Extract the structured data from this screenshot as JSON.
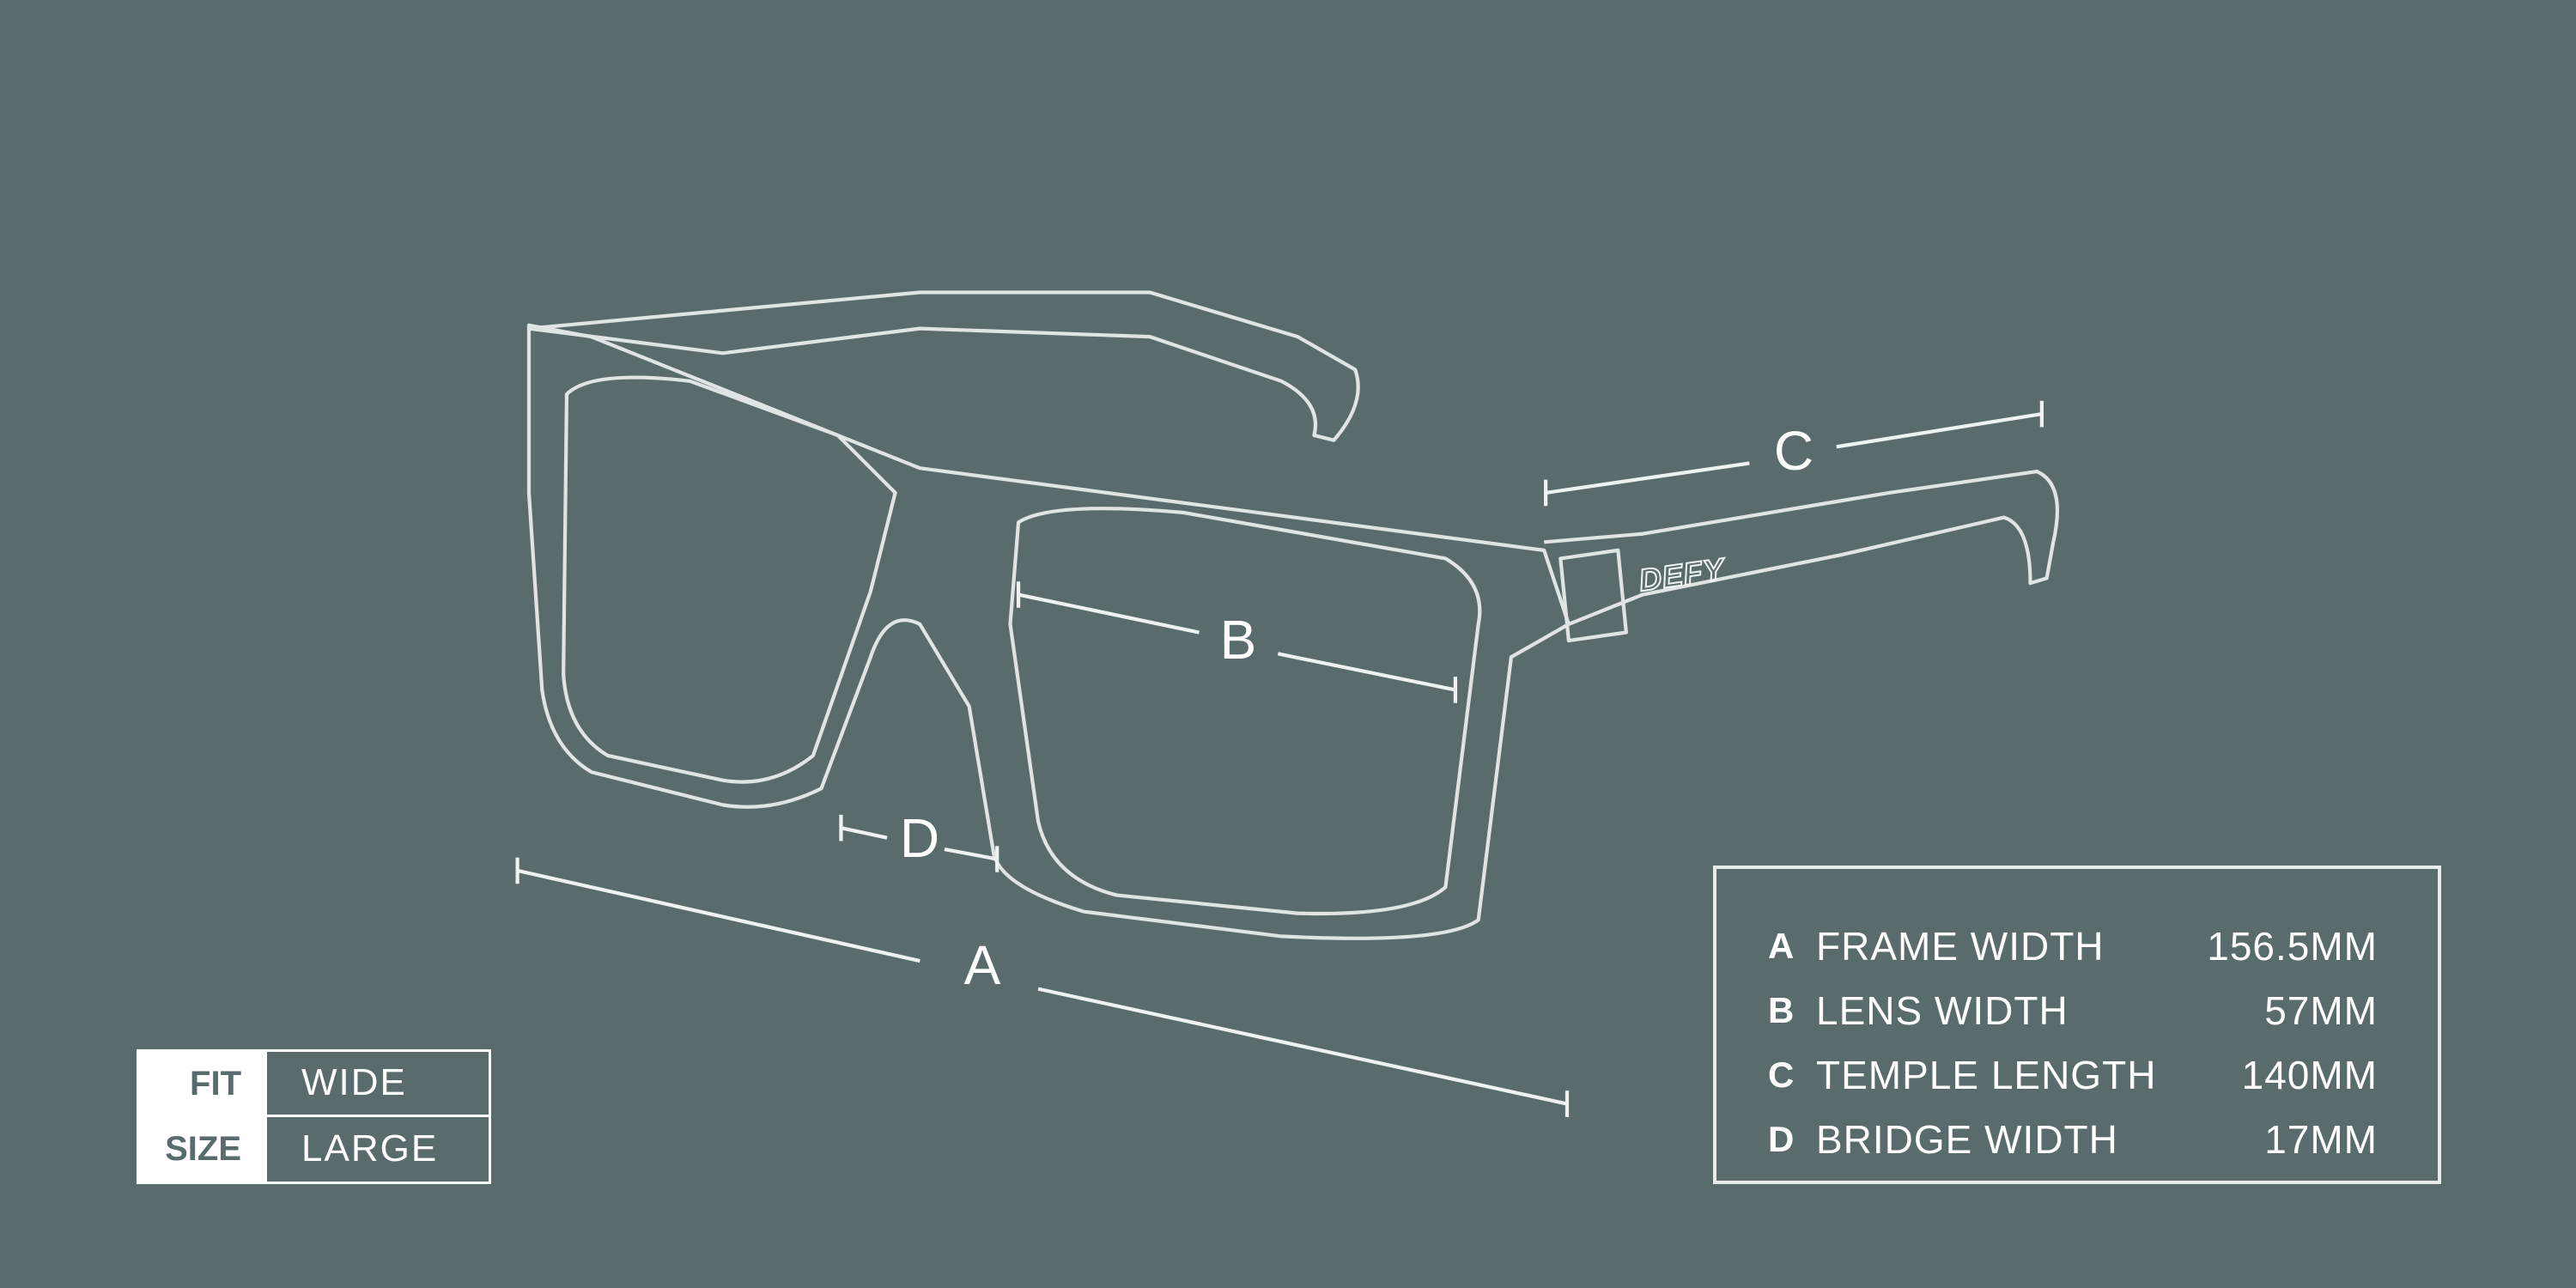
{
  "dimension_labels": {
    "a": "A",
    "b": "B",
    "c": "C",
    "d": "D"
  },
  "specs": [
    {
      "key": "A",
      "name": "FRAME WIDTH",
      "value": "156.5MM"
    },
    {
      "key": "B",
      "name": "LENS WIDTH",
      "value": "57MM"
    },
    {
      "key": "C",
      "name": "TEMPLE LENGTH",
      "value": "140MM"
    },
    {
      "key": "D",
      "name": "BRIDGE WIDTH",
      "value": "17MM"
    }
  ],
  "fit": {
    "fit_label": "FIT",
    "fit_value": "WIDE",
    "size_label": "SIZE",
    "size_value": "LARGE"
  },
  "brand_logo_text": "DEFY",
  "colors": {
    "background": "#5a6b6e",
    "line": "#ffffff"
  }
}
